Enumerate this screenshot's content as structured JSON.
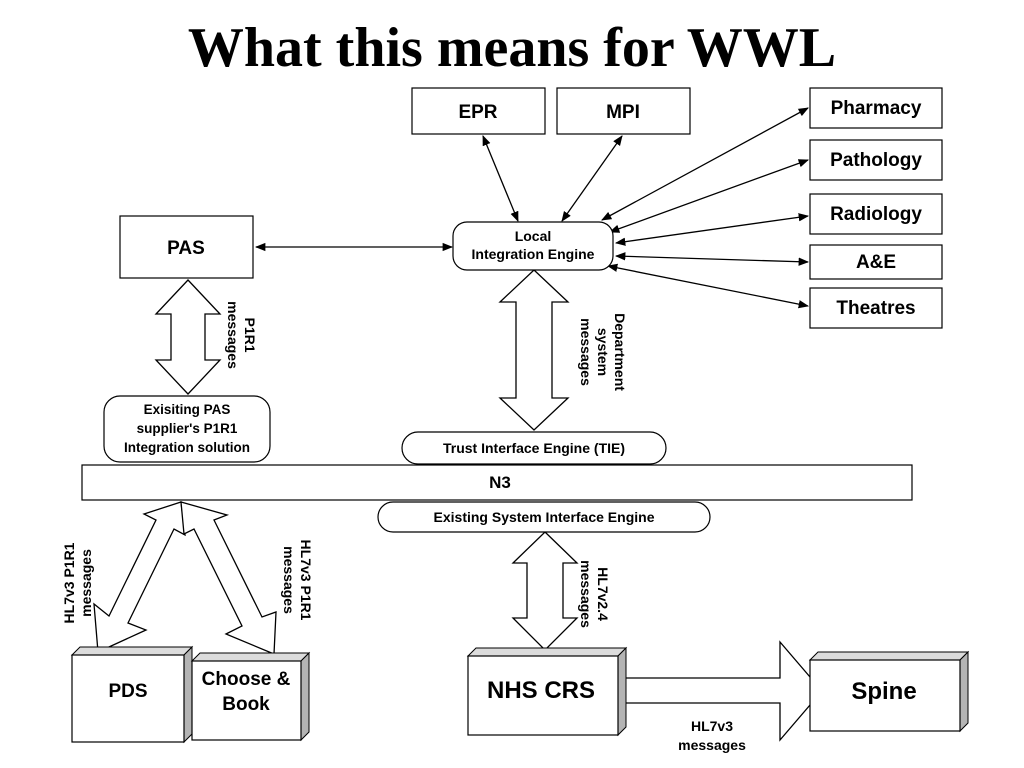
{
  "title": "What this means for WWL",
  "nodes": {
    "epr": "EPR",
    "mpi": "MPI",
    "pharmacy": "Pharmacy",
    "pathology": "Pathology",
    "radiology": "Radiology",
    "ae": "A&E",
    "theatres": "Theatres",
    "pas": "PAS",
    "local_engine": [
      "Local",
      "Integration Engine"
    ],
    "pas_supplier": [
      "Exisiting PAS",
      "supplier's P1R1",
      "Integration solution"
    ],
    "tie": "Trust Interface Engine (TIE)",
    "n3": "N3",
    "existing_engine": "Existing System Interface Engine",
    "pds": "PDS",
    "choose_book": [
      "Choose &",
      "Book"
    ],
    "nhs_crs": "NHS CRS",
    "spine": "Spine"
  },
  "labels": {
    "p1r1": [
      "P1R1",
      "messages"
    ],
    "department": [
      "Department",
      "system",
      "messages"
    ],
    "hl7v3_left": [
      "HL7v3 P1R1",
      "messages"
    ],
    "hl7v3_mid": [
      "HL7v3 P1R1",
      "messages"
    ],
    "hl7v24": [
      "HL7v2.4",
      "messages"
    ],
    "hl7v3_spine": [
      "HL7v3",
      "messages"
    ]
  }
}
